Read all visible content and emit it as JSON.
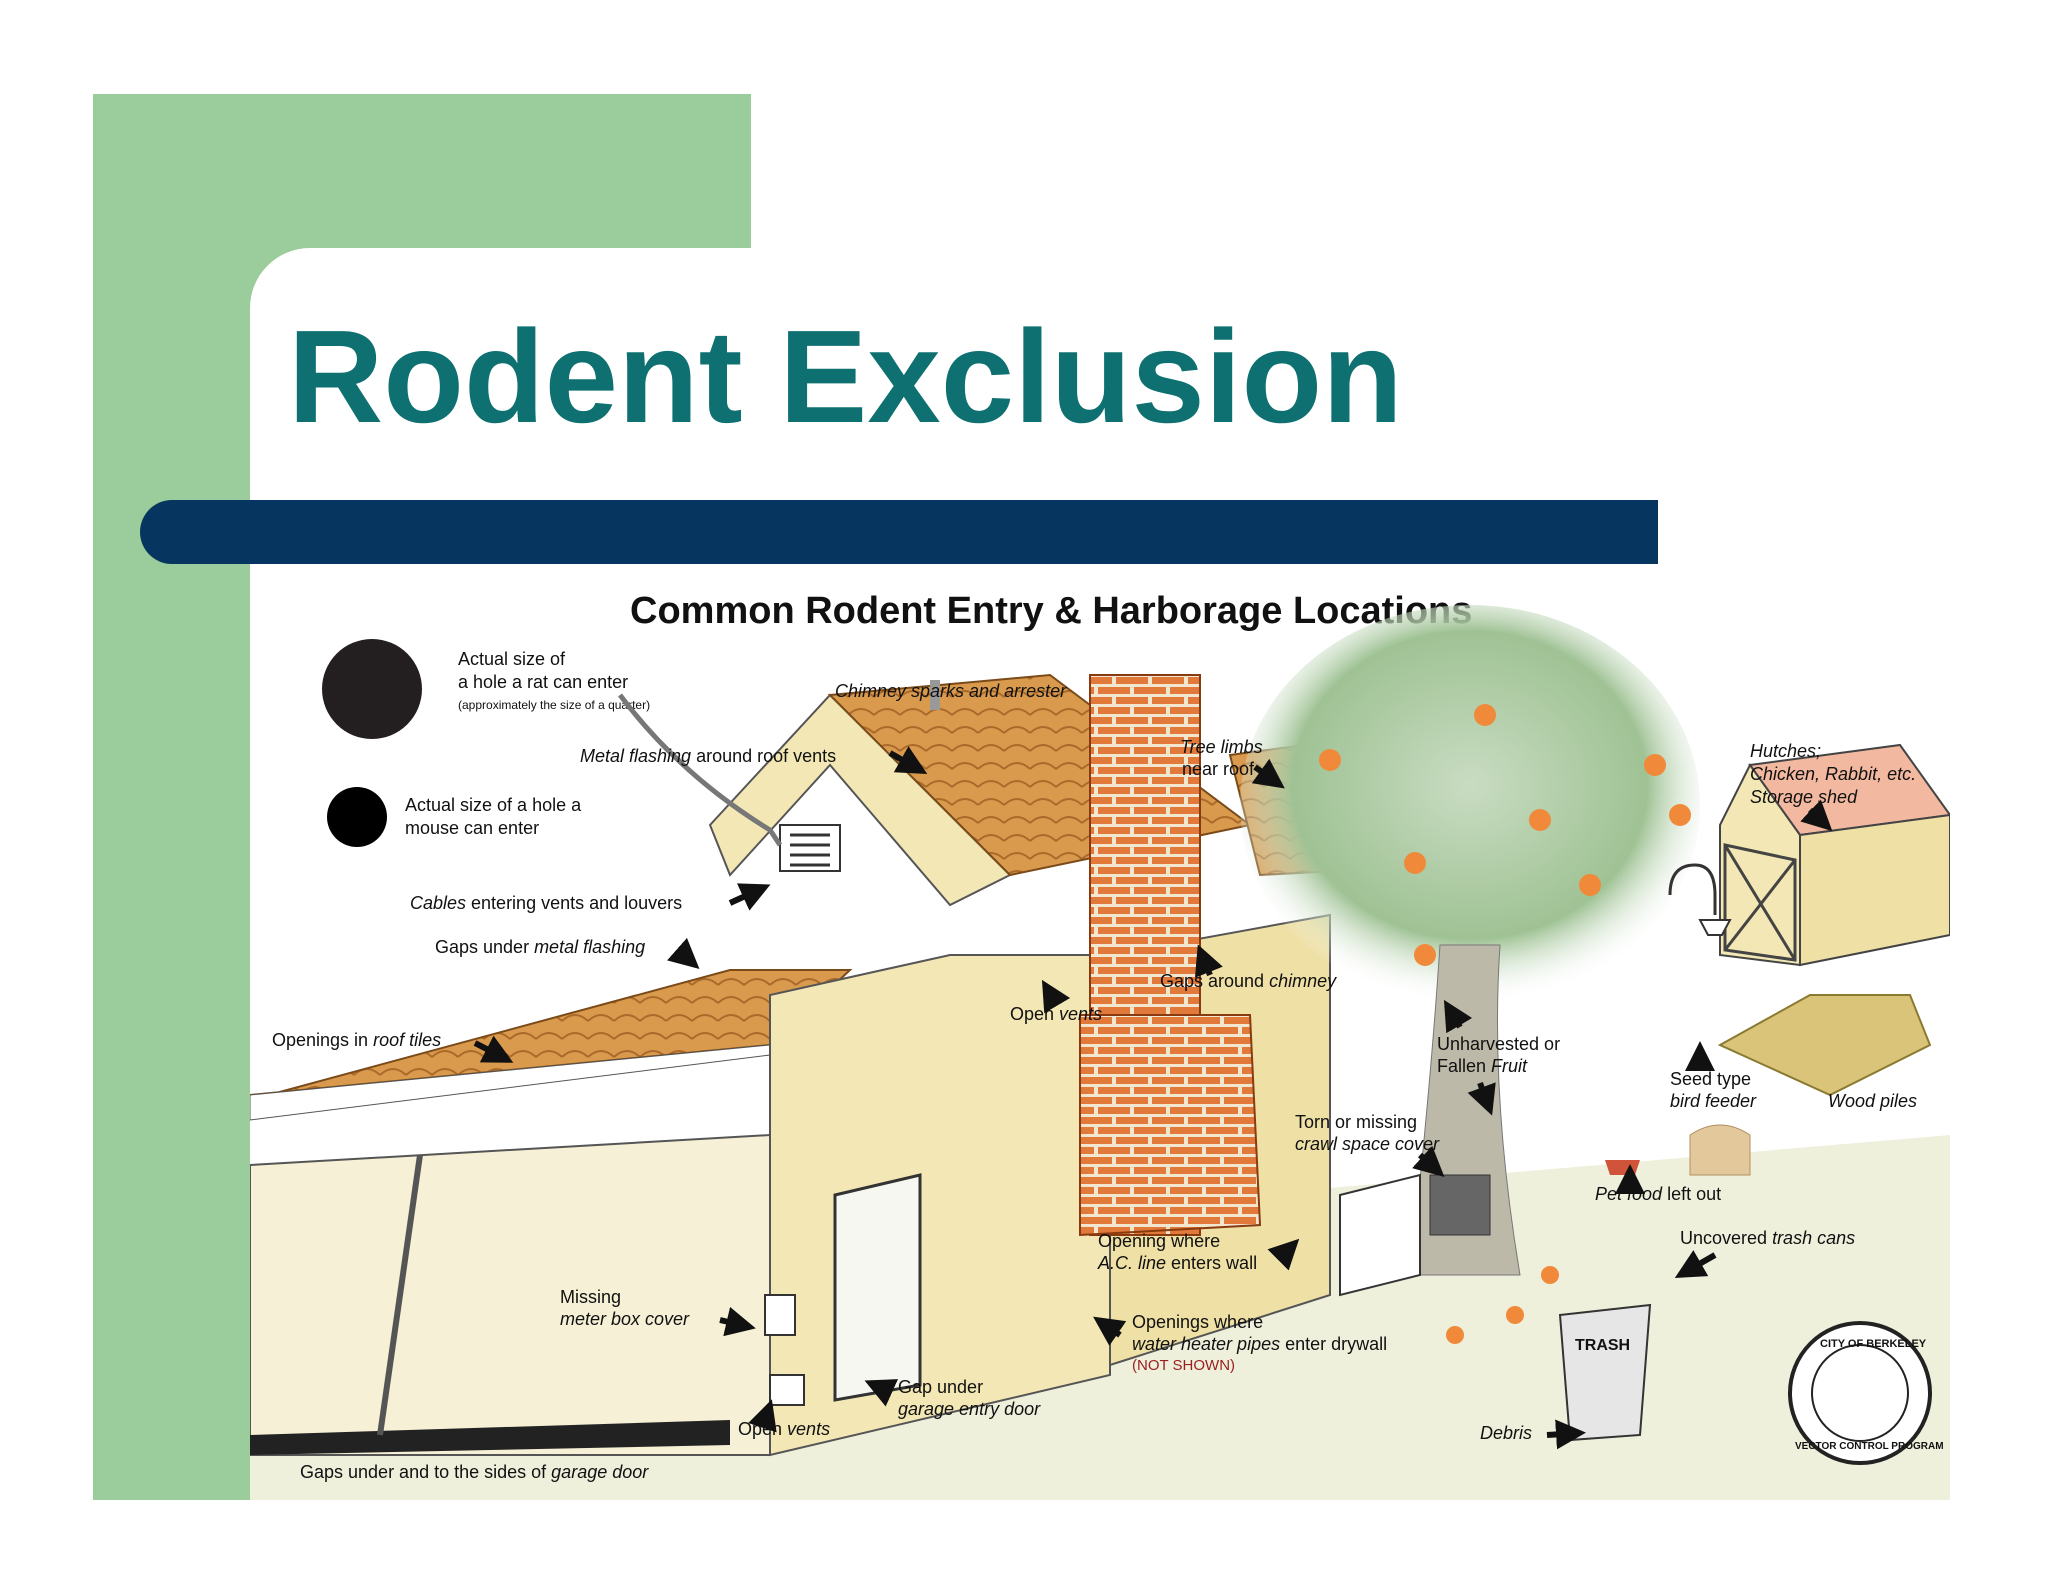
{
  "slide": {
    "title": "Rodent Exclusion",
    "colors": {
      "title": "#0e7070",
      "bar": "#06355f",
      "side_block": "#9bcc9b"
    }
  },
  "diagram": {
    "heading": "Common Rodent Entry & Harborage Locations",
    "legend": {
      "rat_line1": "Actual size of",
      "rat_line2": "a hole a rat can enter",
      "rat_line3": "(approximately the size of a quarter)",
      "mouse_line1": "Actual size of a hole a",
      "mouse_line2": "mouse can enter"
    },
    "labels": {
      "chimney_sparks": [
        "Chimney sparks and arrester"
      ],
      "metal_flashing": [
        "Metal flashing",
        " around roof vents"
      ],
      "tree_limbs_1": [
        "Tree limbs"
      ],
      "tree_limbs_2": [
        "near roof"
      ],
      "hutches_1": [
        "Hutches;"
      ],
      "hutches_2": [
        "Chicken, Rabbit, etc."
      ],
      "hutches_3": [
        "Storage shed"
      ],
      "cables": [
        "Cables",
        " entering vents and louvers"
      ],
      "gaps_flashing": [
        "Gaps under ",
        "metal flashing"
      ],
      "open_vents_upper": [
        "Open ",
        "vents"
      ],
      "gaps_chimney": [
        "Gaps around ",
        "chimney"
      ],
      "openings_roof": [
        "Openings in ",
        "roof tiles"
      ],
      "unharvested_1": [
        "Unharvested or"
      ],
      "unharvested_2": [
        "Fallen ",
        "Fruit"
      ],
      "seed_1": [
        "Seed type"
      ],
      "seed_2": [
        "bird feeder"
      ],
      "wood_piles": [
        "Wood piles"
      ],
      "torn_1": [
        "Torn or missing"
      ],
      "torn_2": [
        "crawl space cover"
      ],
      "pet_food": [
        "Pet food",
        " left out"
      ],
      "trash": [
        "Uncovered ",
        "trash cans"
      ],
      "ac_1": [
        "Opening where"
      ],
      "ac_2": [
        "A.C. line",
        " enters wall"
      ],
      "meter_1": [
        "Missing"
      ],
      "meter_2": [
        "meter box cover"
      ],
      "water_1": [
        "Openings where"
      ],
      "water_2": [
        "water heater pipes",
        " enter drywall"
      ],
      "water_3": [
        "(NOT SHOWN)"
      ],
      "gap_garage_1": [
        "Gap under"
      ],
      "gap_garage_2": [
        "garage entry door"
      ],
      "open_vents_lower": [
        "Open ",
        "vents"
      ],
      "debris": [
        "Debris"
      ],
      "garage_door": [
        "Gaps under and to the sides of ",
        "garage door"
      ]
    },
    "trash_can_text": "TRASH",
    "seal": {
      "top_text": "CITY OF BERKELEY",
      "bottom_text": "VECTOR CONTROL PROGRAM"
    }
  }
}
